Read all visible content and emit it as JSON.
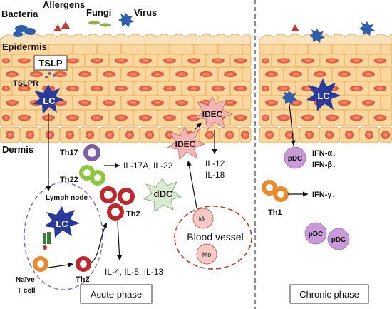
{
  "labels": {
    "bacteria": "Bacteria",
    "allergens": "Allergens",
    "fungi": "Fungi",
    "virus": "Virus",
    "epidermis": "Epidermis",
    "tslp": "TSLP",
    "tslpr": "TSLPR",
    "lc": "LC",
    "dermis": "Dermis",
    "th17": "Th17",
    "th22": "Th22",
    "il17a_il22": "IL-17A, IL-22",
    "idec": "IDEC",
    "il12": "IL-12",
    "il18": "IL-18",
    "lymph_node": "Lymph node",
    "ddc": "dDC",
    "th2": "Th2",
    "naive": "Naïve",
    "t_cell": "T cell",
    "il4_5_13": "IL-4, IL-5, IL-13",
    "mo": "Mo",
    "blood_vessel": "Blood vessel",
    "acute_phase": "Acute phase",
    "pdc": "pDC",
    "ifn_alpha": "IFN-α↓",
    "ifn_beta": "IFN-β↓",
    "ifn_gamma": "IFN-γ↓",
    "th1": "Th1",
    "chronic_phase": "Chronic phase"
  },
  "colors": {
    "skin_cell": "#fbd7a0",
    "skin_border": "#e9a24a",
    "nucleus": "#e8503a",
    "lc_blue": "#283a9c",
    "virus_blue": "#2f5fa8",
    "allergen_red": "#c0392b",
    "fungi_green": "#8bb24a",
    "th17_purple": "#7b5fa6",
    "th22_green": "#8cc63f",
    "th2_red": "#c0272d",
    "idec_pink": "#f4b6b4",
    "ddc_green": "#d9ead0",
    "mo_pink": "#f6c9c4",
    "pdc_purple": "#c99ad8",
    "th1_orange": "#e98a2b",
    "vessel_red": "#c0392b",
    "lymph_purple": "#8a6fb0"
  }
}
